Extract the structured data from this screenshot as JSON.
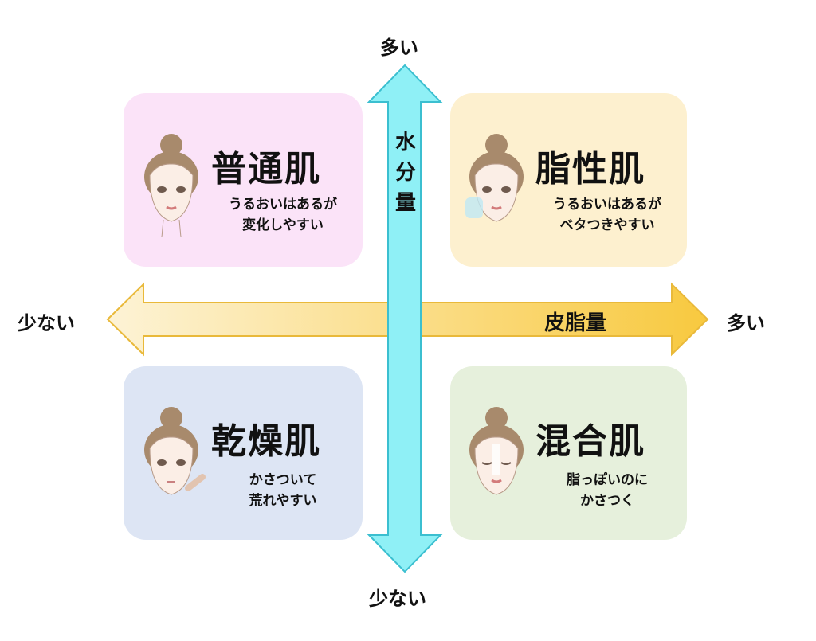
{
  "axes": {
    "vertical": {
      "name": "水分量",
      "top_label": "多い",
      "bottom_label": "少ない",
      "color": "#8ff0f6"
    },
    "horizontal": {
      "name": "皮脂量",
      "left_label": "少ない",
      "right_label": "多い",
      "color": "#f8cf55"
    }
  },
  "quadrants": [
    {
      "title": "普通肌",
      "line1": "うるおいはあるが",
      "line2": "変化しやすい",
      "bg": "#fbe3f8"
    },
    {
      "title": "脂性肌",
      "line1": "うるおいはあるが",
      "line2": "ベタつきやすい",
      "bg": "#fdf0cf"
    },
    {
      "title": "乾燥肌",
      "line1": "かさついて",
      "line2": "荒れやすい",
      "bg": "#dde5f4"
    },
    {
      "title": "混合肌",
      "line1": "脂っぽいのに",
      "line2": "かさつく",
      "bg": "#e6f0dc"
    }
  ]
}
